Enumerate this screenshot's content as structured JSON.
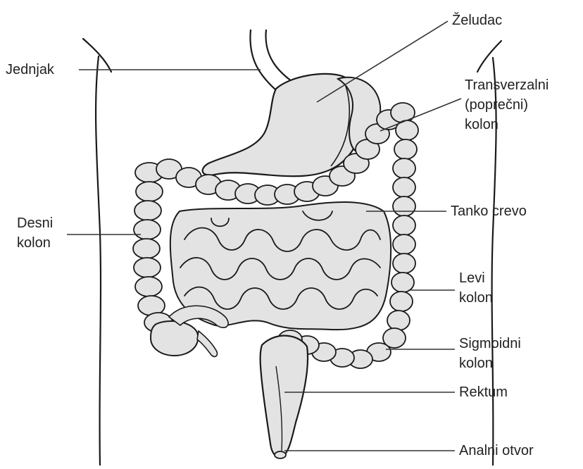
{
  "labels": {
    "jednjak": "Jednjak",
    "zeludac": "Želudac",
    "transverzalni_1": "Transverzalni",
    "transverzalni_2": "(poprečni)",
    "transverzalni_3": "kolon",
    "desni_1": "Desni",
    "desni_2": "kolon",
    "tanko": "Tanko crevo",
    "levi_1": "Levi",
    "levi_2": "kolon",
    "sigmoidni_1": "Sigmoidni",
    "sigmoidni_2": "kolon",
    "rektum": "Rektum",
    "analni": "Analni otvor"
  },
  "colors": {
    "organ_fill": "#e3e3e3",
    "outline": "#1a1a1a",
    "leader_line": "#333333",
    "text": "#222222"
  }
}
